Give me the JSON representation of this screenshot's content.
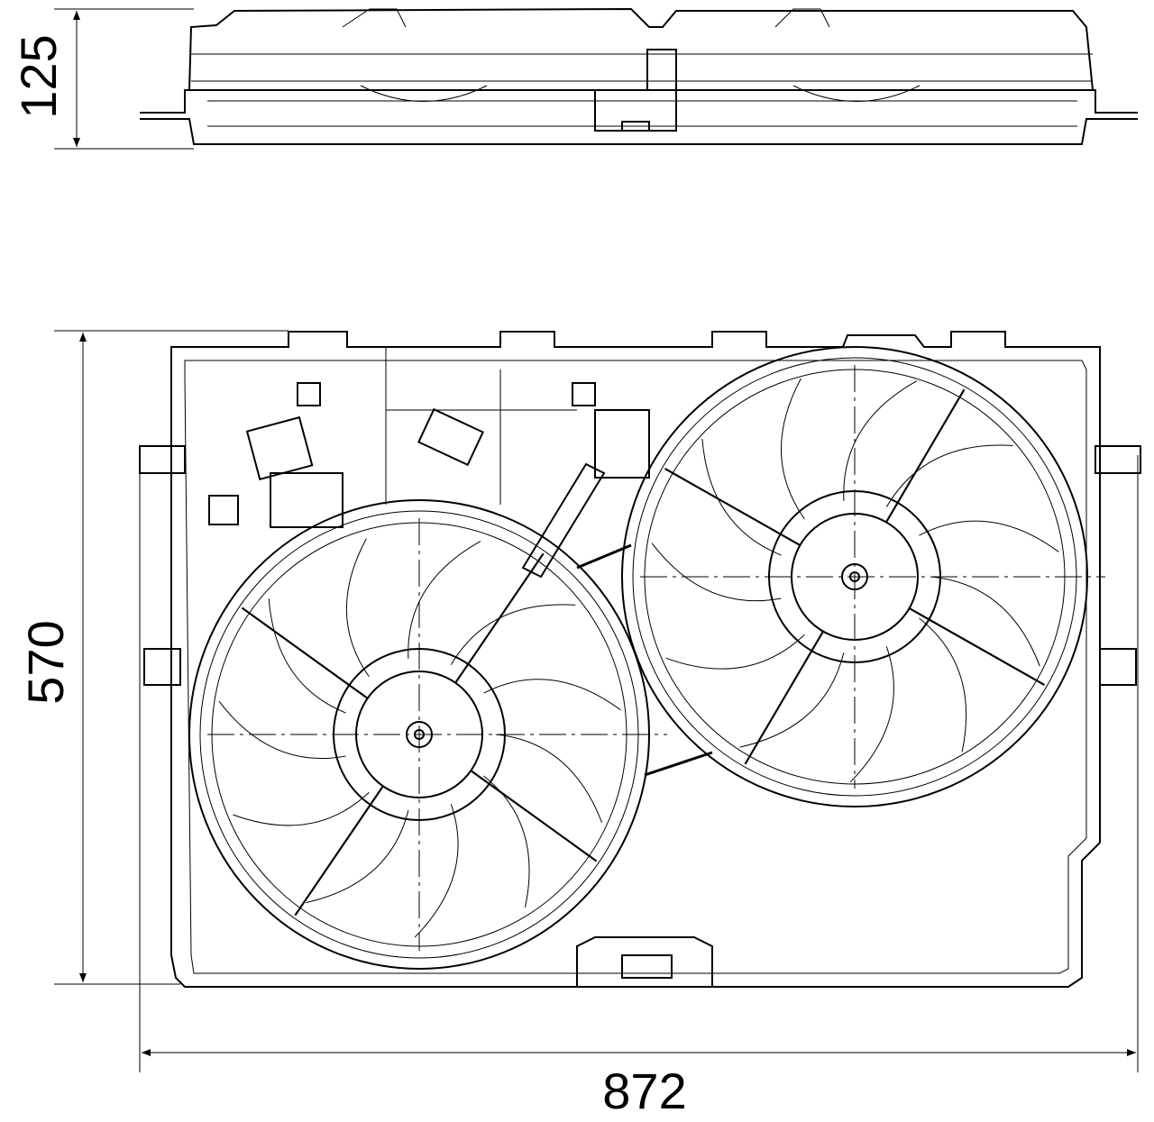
{
  "dimensions": {
    "depth": "125",
    "height": "570",
    "width": "872"
  },
  "fans": [
    {
      "name": "left-fan",
      "blades": 11
    },
    {
      "name": "right-fan",
      "blades": 11
    }
  ]
}
